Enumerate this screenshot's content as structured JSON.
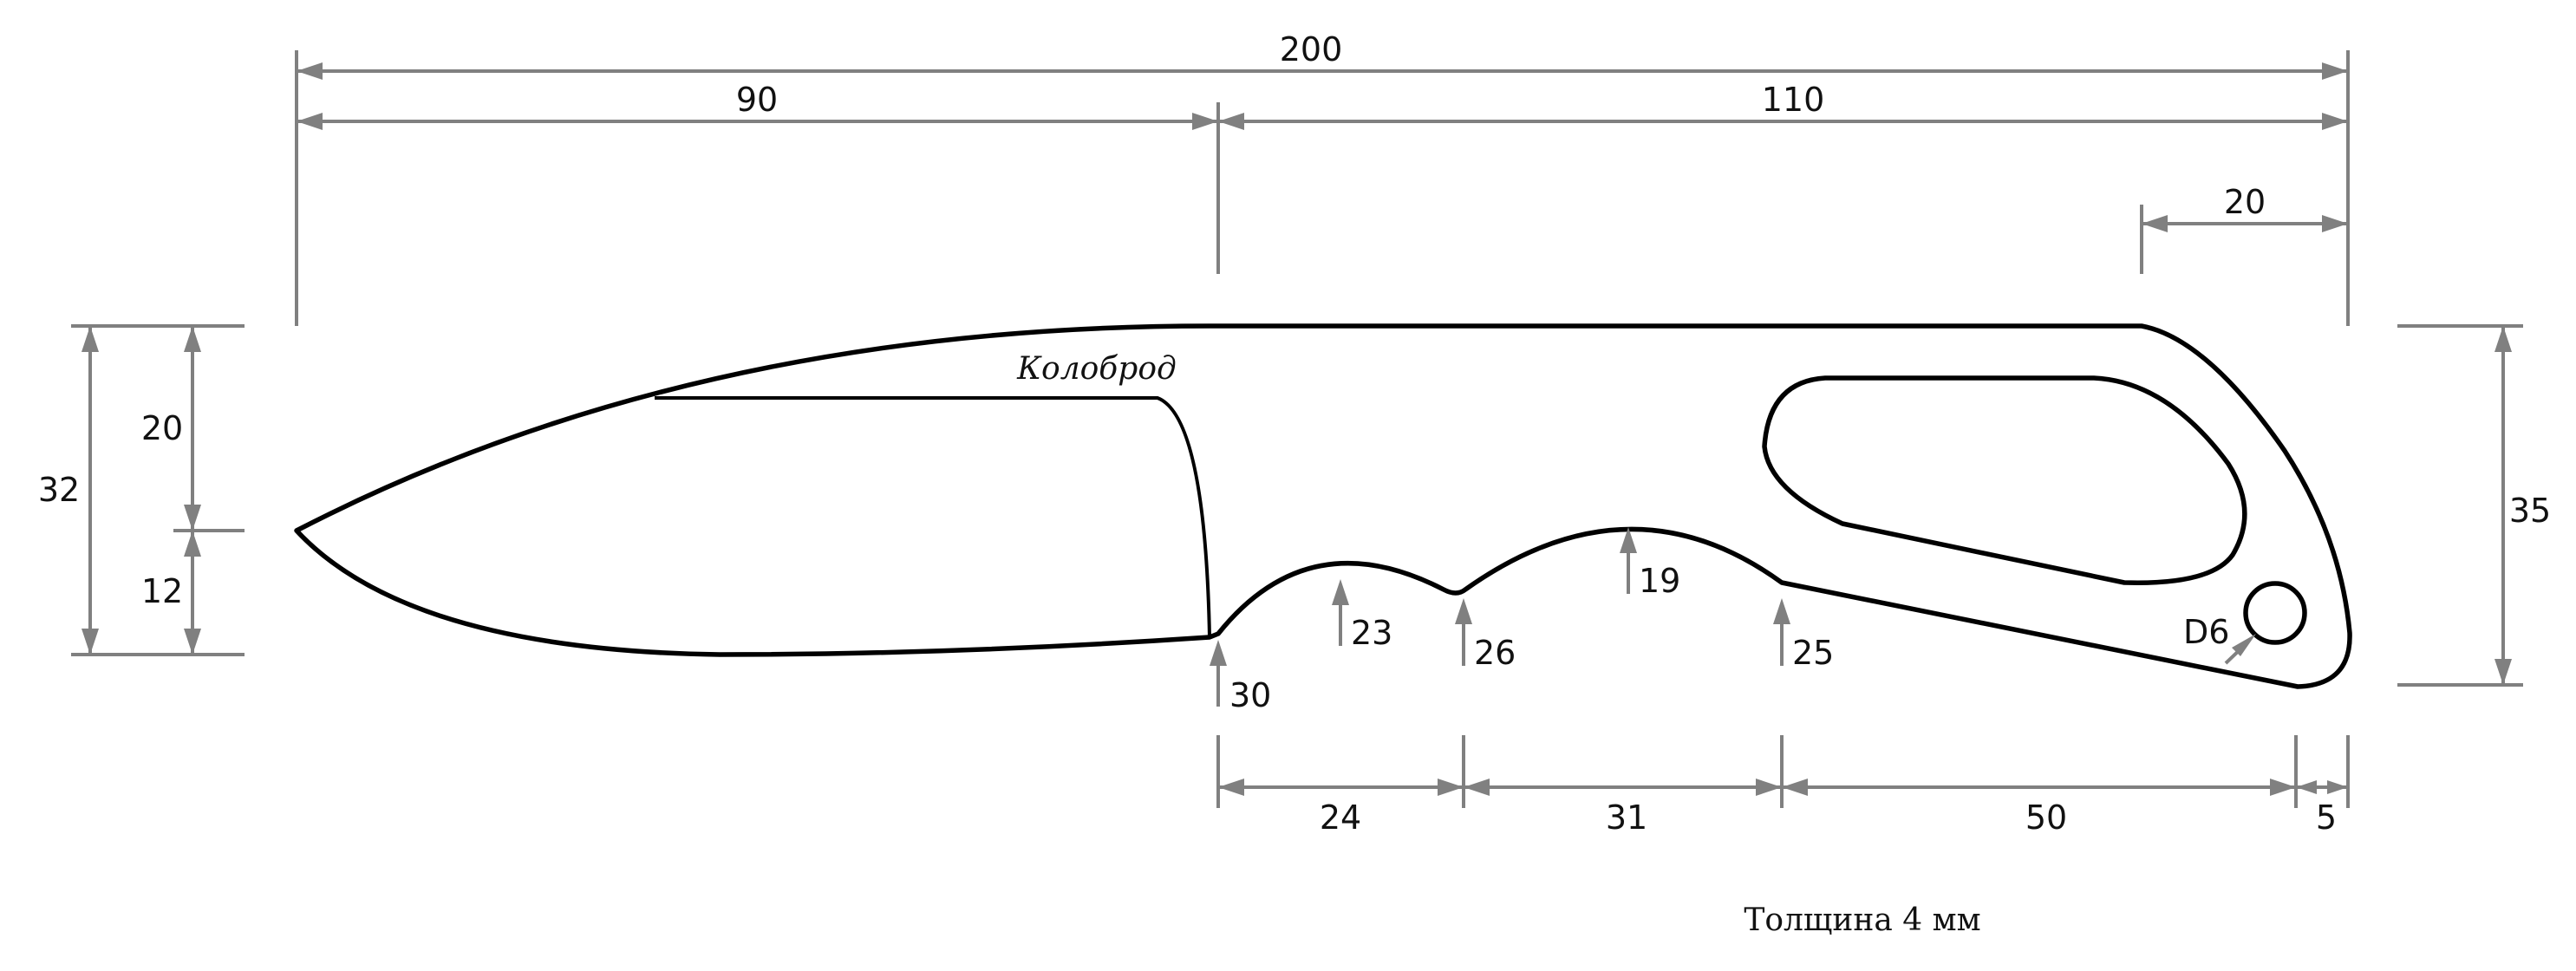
{
  "dimensions": {
    "overall_length": "200",
    "blade_length": "90",
    "handle_length": "110",
    "tail_length": "20",
    "blade_height_total": "32",
    "spine_to_tip": "20",
    "tip_to_edge": "12",
    "handle_height": "35",
    "hole_diameter": "D6"
  },
  "bottom_chain": [
    "24",
    "31",
    "50",
    "5"
  ],
  "finger_heights": {
    "ricasso": "30",
    "finger_1": "23",
    "divider_1": "26",
    "finger_2": "19",
    "divider_2": "25"
  },
  "inscription": "Колоброд",
  "thickness_note": "Толщина 4 мм"
}
